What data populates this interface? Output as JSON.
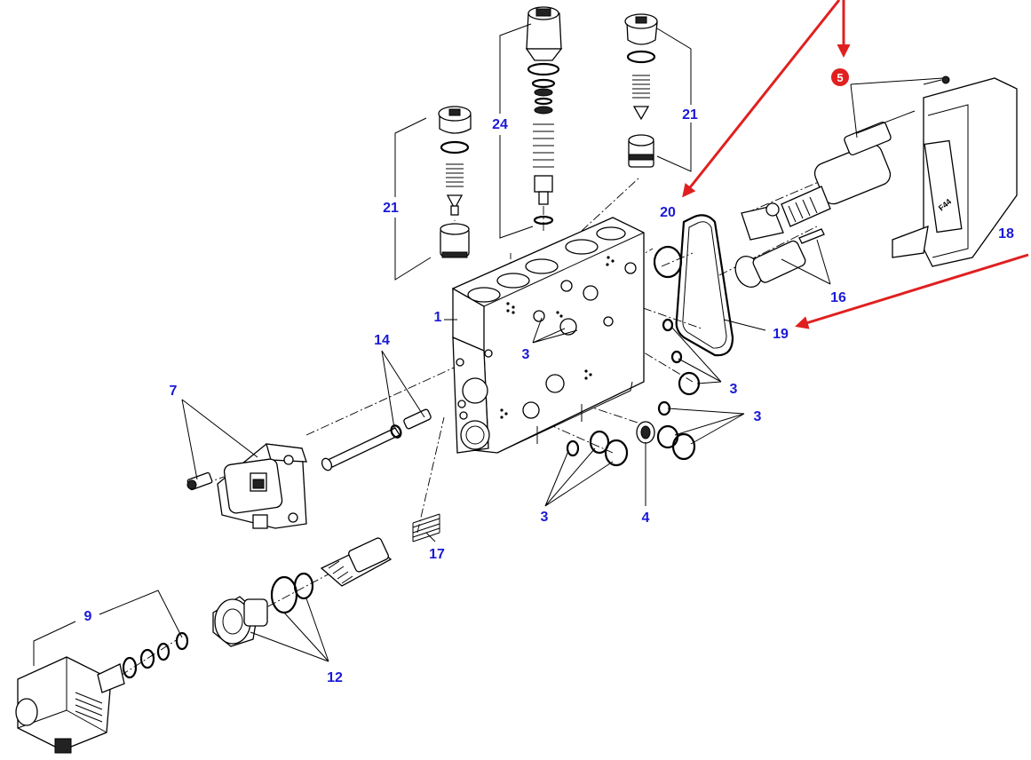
{
  "diagram": {
    "callouts": {
      "c1": "1",
      "c3a": "3",
      "c3b": "3",
      "c3c": "3",
      "c3d": "3",
      "c4": "4",
      "c5": "5",
      "c7": "7",
      "c9": "9",
      "c12": "12",
      "c14": "14",
      "c16": "16",
      "c17": "17",
      "c18": "18",
      "c19": "19",
      "c20": "20",
      "c21a": "21",
      "c21b": "21",
      "c24": "24"
    },
    "colors": {
      "callout_text": "#1a1ad6",
      "highlight_arrow": "#e02020",
      "line_art": "#000000"
    }
  }
}
